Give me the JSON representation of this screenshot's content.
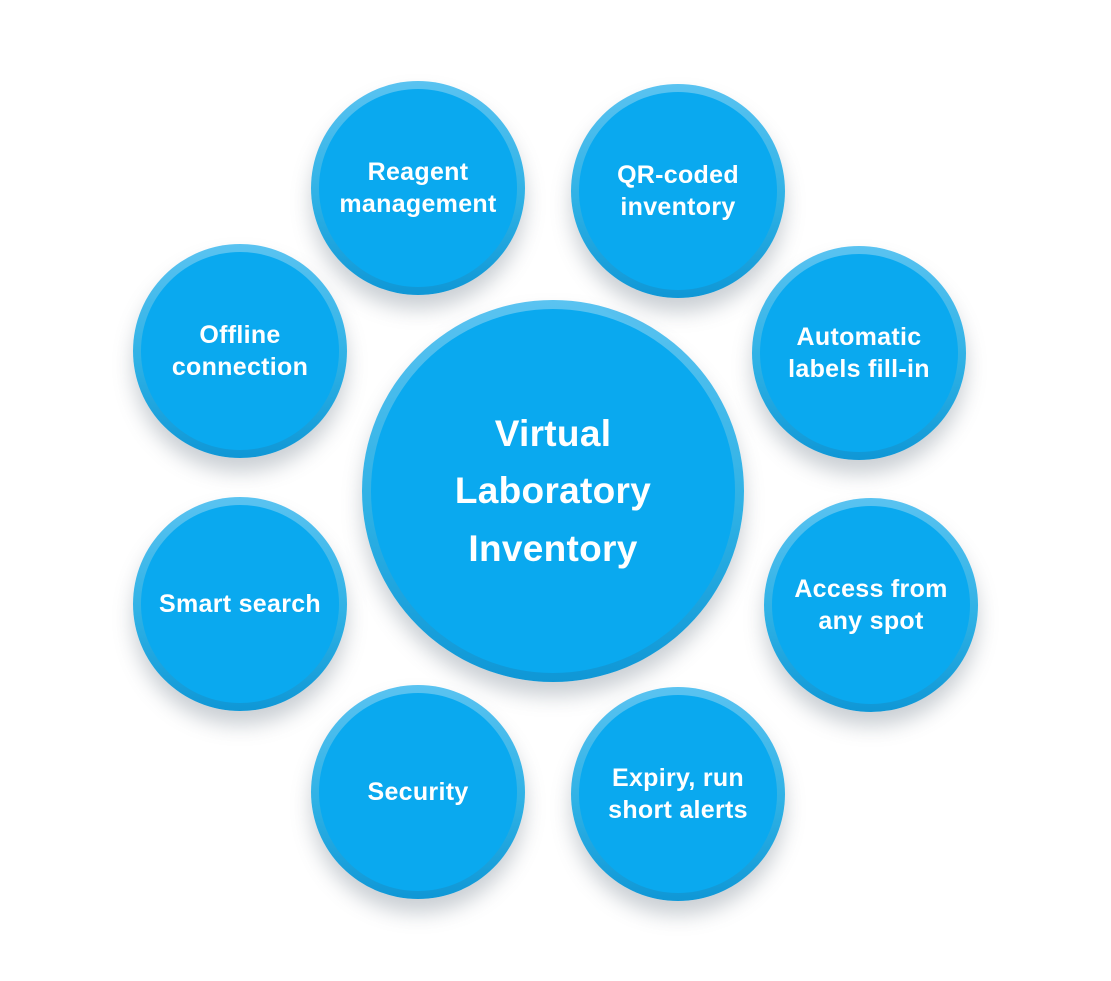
{
  "diagram": {
    "type": "hub-and-spoke",
    "title": "Virtual Laboratory Inventory",
    "center": {
      "label": "Virtual\nLaboratory\nInventory"
    },
    "satellites": [
      {
        "name": "reagent-management",
        "label": "Reagent\nmanagement"
      },
      {
        "name": "qr-coded-inventory",
        "label": "QR-coded\ninventory"
      },
      {
        "name": "automatic-labels-fill-in",
        "label": "Automatic\nlabels fill-in"
      },
      {
        "name": "access-from-any-spot",
        "label": "Access from\nany spot"
      },
      {
        "name": "expiry-run-short-alerts",
        "label": "Expiry, run\nshort alerts"
      },
      {
        "name": "security",
        "label": "Security"
      },
      {
        "name": "smart-search",
        "label": "Smart search"
      },
      {
        "name": "offline-connection",
        "label": "Offline\nconnection"
      }
    ],
    "colors": {
      "bubble_fill": "#0aa9ef",
      "bubble_rim_light": "#5ac3f1",
      "bubble_rim_dark": "#0f97d6",
      "text": "#ffffff",
      "background": "#ffffff",
      "shadow": "rgba(90,105,120,0.32)"
    }
  }
}
